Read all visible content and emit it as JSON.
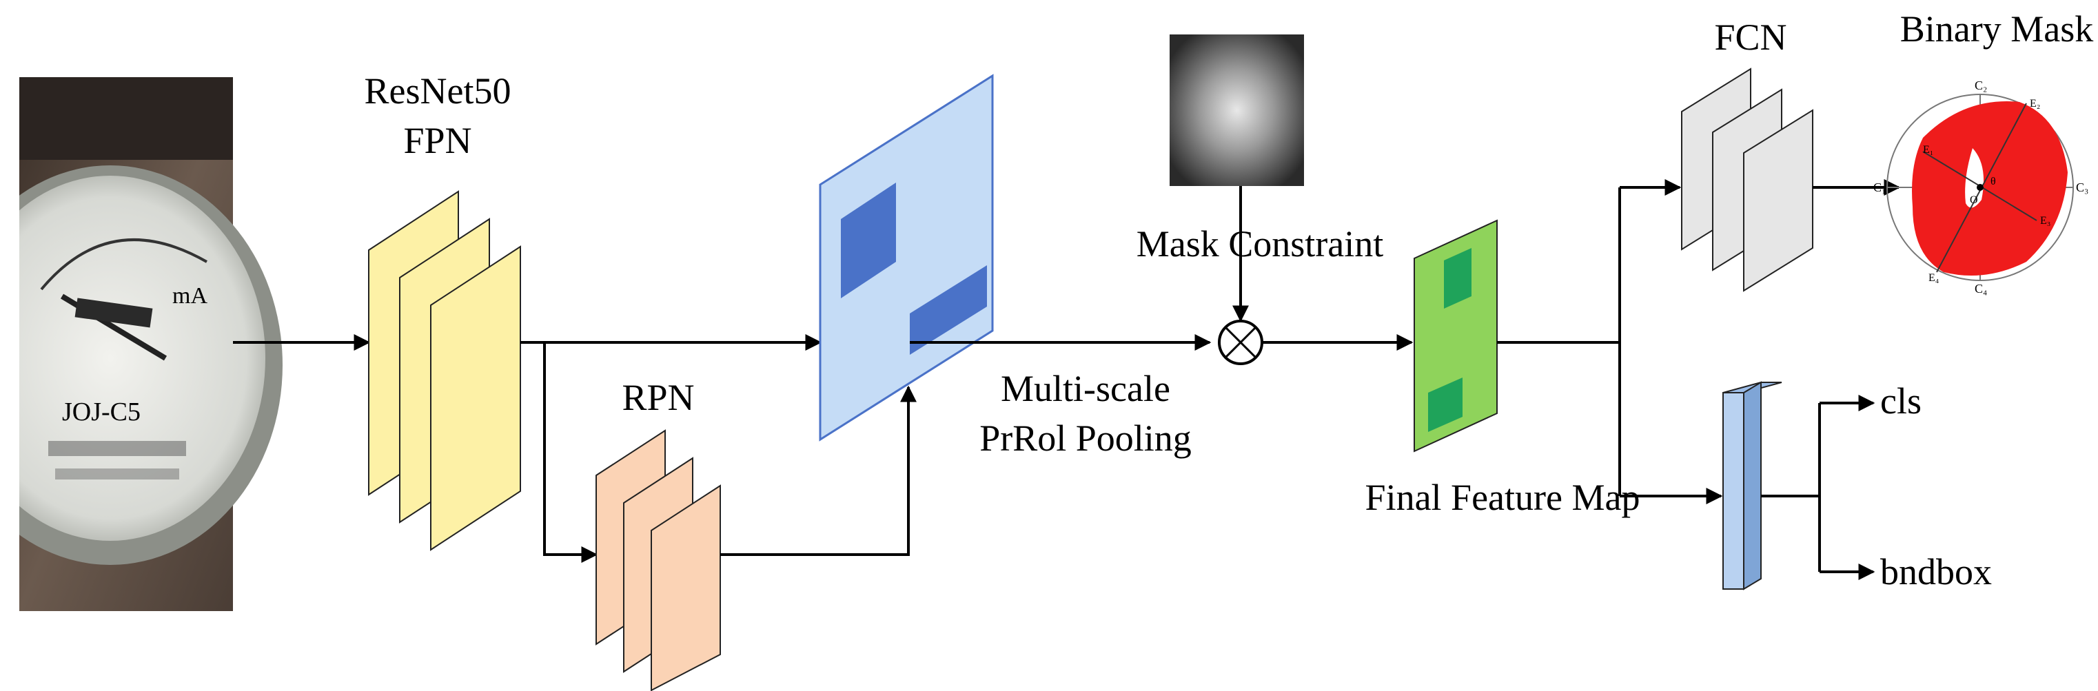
{
  "labels": {
    "backbone_line1": "ResNet50",
    "backbone_line2": "FPN",
    "rpn": "RPN",
    "pooling_line1": "Multi-scale",
    "pooling_line2": "PrRol Pooling",
    "mask_constraint": "Mask Constraint",
    "final_feature_map": "Final Feature Map",
    "fcn": "FCN",
    "binary_mask": "Binary Mask",
    "cls": "cls",
    "bndbox": "bndbox"
  },
  "gauge": {
    "brand": "JOJ-C5",
    "unit": "mA"
  },
  "mask_plot": {
    "top_label": "C₂",
    "left_label": "C₁",
    "right_label": "C₃",
    "bottom_label": "C₄",
    "point_labels": [
      "E₁",
      "E₂",
      "E₃",
      "E₄",
      "O",
      "θ"
    ]
  },
  "colors": {
    "backbone_fill": "#fdf1a6",
    "rpn_fill": "#fbd3b5",
    "roi_map_fill": "#c5dcf6",
    "roi_box_fill": "#4a72c8",
    "feature_map_fill": "#8fd35b",
    "feature_box_fill": "#1fa35a",
    "fcn_fill": "#e6e6e6",
    "fc_bar_fill": "#b9d2f1",
    "mask_red": "#ef1c1c"
  }
}
